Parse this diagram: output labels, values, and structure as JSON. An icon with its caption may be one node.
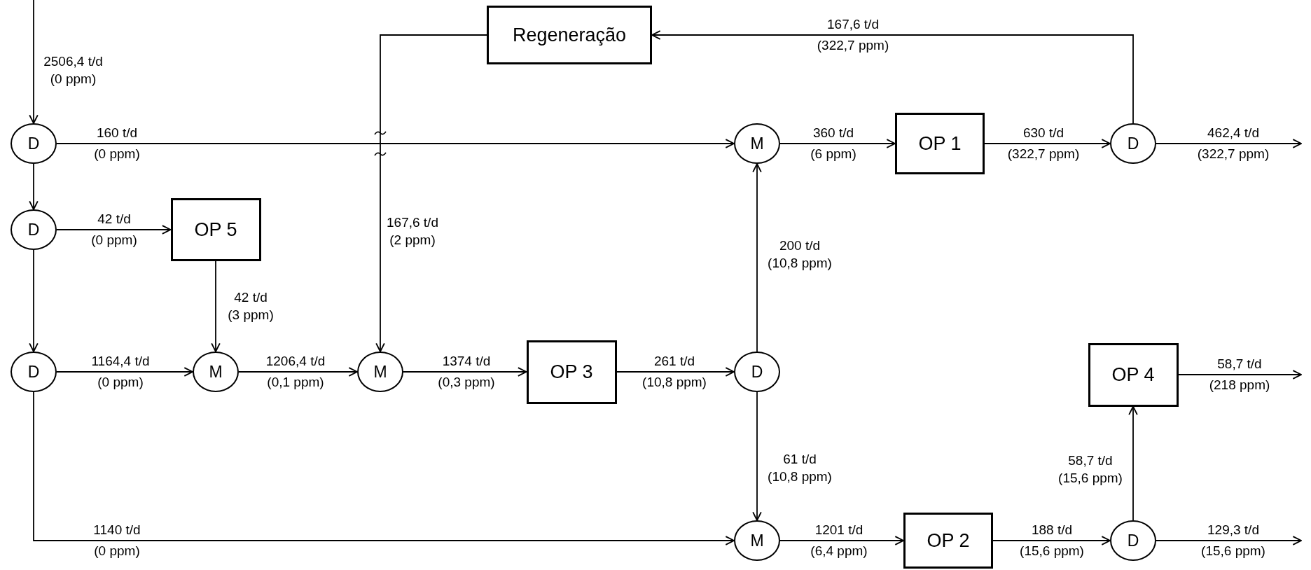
{
  "diagram": {
    "nodes": [
      {
        "text": [
          "Regeneração"
        ]
      },
      {
        "text": [
          "D"
        ]
      },
      {
        "text": [
          "M"
        ]
      },
      {
        "text": [
          "OP 1"
        ]
      },
      {
        "text": [
          "D"
        ]
      },
      {
        "text": [
          "D"
        ]
      },
      {
        "text": [
          "OP 5"
        ]
      },
      {
        "text": [
          "D"
        ]
      },
      {
        "text": [
          "M"
        ]
      },
      {
        "text": [
          "M"
        ]
      },
      {
        "text": [
          "OP 3"
        ]
      },
      {
        "text": [
          "D"
        ]
      },
      {
        "text": [
          "OP 4"
        ]
      },
      {
        "text": [
          "M"
        ]
      },
      {
        "text": [
          "OP 2"
        ]
      },
      {
        "text": [
          "D"
        ]
      }
    ],
    "edges": [
      {
        "from": null,
        "to": 1,
        "arrow": "to",
        "label": "2506,4 t/d (0 ppm)"
      },
      {
        "from": 1,
        "to": 2,
        "arrow": "to",
        "label": "160 t/d (0 ppm)"
      },
      {
        "from": 1,
        "to": 5,
        "arrow": "to"
      },
      {
        "from": 5,
        "to": 6,
        "arrow": "to",
        "label": "42 t/d (0 ppm)"
      },
      {
        "from": 5,
        "to": 7,
        "arrow": "to"
      },
      {
        "from": 6,
        "to": 8,
        "arrow": "to",
        "label": "42 t/d (3 ppm)"
      },
      {
        "from": 7,
        "to": 8,
        "arrow": "to",
        "label": "1164,4 t/d (0 ppm)"
      },
      {
        "from": 8,
        "to": 9,
        "arrow": "to",
        "label": "1206,4 t/d (0,1 ppm)"
      },
      {
        "from": 0,
        "to": 9,
        "arrow": "to",
        "label": "167,6 t/d (2 ppm)"
      },
      {
        "from": 9,
        "to": 10,
        "arrow": "to",
        "label": "1374 t/d (0,3 ppm)"
      },
      {
        "from": 10,
        "to": 11,
        "arrow": "to",
        "label": "261 t/d (10,8 ppm)"
      },
      {
        "from": 11,
        "to": 2,
        "arrow": "to",
        "label": "200 t/d (10,8 ppm)"
      },
      {
        "from": 2,
        "to": 3,
        "arrow": "to",
        "label": "360 t/d (6 ppm)"
      },
      {
        "from": 3,
        "to": 4,
        "arrow": "to",
        "label": "630 t/d (322,7 ppm)"
      },
      {
        "from": 4,
        "to": null,
        "arrow": "to",
        "label": "462,4 t/d (322,7 ppm)"
      },
      {
        "from": 4,
        "to": 0,
        "arrow": "to",
        "label": "167,6 t/d (322,7 ppm)"
      },
      {
        "from": 11,
        "to": 13,
        "arrow": "to",
        "label": "61 t/d (10,8 ppm)"
      },
      {
        "from": 7,
        "to": 13,
        "arrow": "to",
        "label": "1140 t/d (0 ppm)"
      },
      {
        "from": 13,
        "to": 14,
        "arrow": "to",
        "label": "1201 t/d (6,4 ppm)"
      },
      {
        "from": 14,
        "to": 15,
        "arrow": "to",
        "label": "188 t/d (15,6 ppm)"
      },
      {
        "from": 15,
        "to": 12,
        "arrow": "to",
        "label": "58,7 t/d (15,6 ppm)"
      },
      {
        "from": 15,
        "to": null,
        "arrow": "to",
        "label": "129,3 t/d (15,6 ppm)"
      },
      {
        "from": 12,
        "to": null,
        "arrow": "to",
        "label": "58,7 t/d (218 ppm)"
      }
    ]
  }
}
